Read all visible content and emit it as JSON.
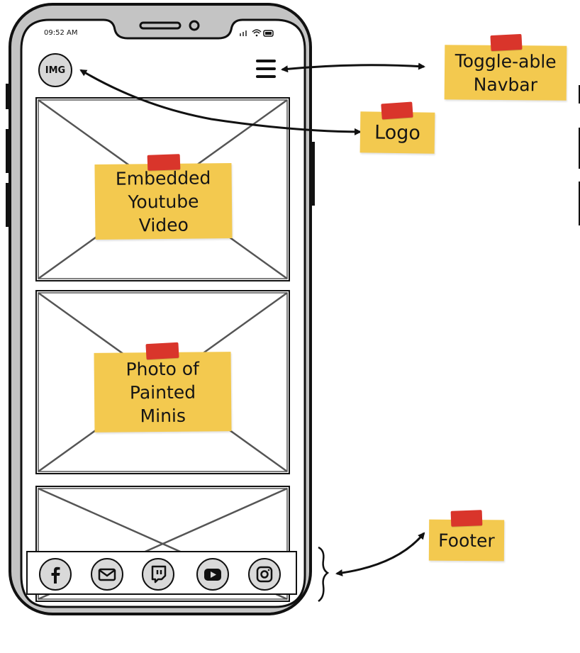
{
  "phone": {
    "status_time": "09:52 AM",
    "logo_text": "IMG"
  },
  "notes": {
    "video": [
      "Embedded",
      "Youtube",
      "Video"
    ],
    "photo": [
      "Photo of",
      "Painted",
      "Minis"
    ],
    "navbar": [
      "Toggle-able",
      "Navbar"
    ],
    "logo": "Logo",
    "footer": "Footer"
  },
  "footer_icons": [
    "facebook-icon",
    "mail-icon",
    "twitch-icon",
    "youtube-icon",
    "instagram-icon"
  ],
  "colors": {
    "sticky_note": "#f3c94f",
    "tape": "#d9352b",
    "phone_frame": "#c4c4c4"
  }
}
